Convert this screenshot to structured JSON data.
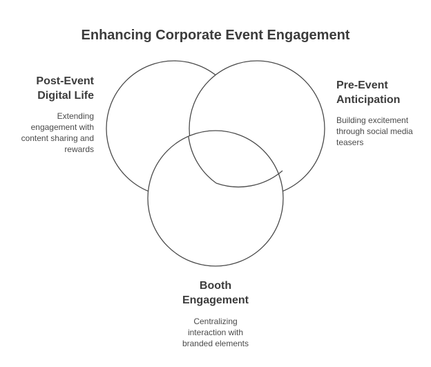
{
  "title": "Enhancing Corporate Event Engagement",
  "sections": [
    {
      "heading_lines": [
        "Post-Event",
        "Digital Life"
      ],
      "description_lines": [
        "Extending",
        "engagement with",
        "content sharing and",
        "rewards"
      ]
    },
    {
      "heading_lines": [
        "Pre-Event",
        "Anticipation"
      ],
      "description_lines": [
        "Building excitement",
        "through social media",
        "teasers"
      ]
    },
    {
      "heading_lines": [
        "Booth",
        "Engagement"
      ],
      "description_lines": [
        "Centralizing",
        "interaction with",
        "branded elements"
      ]
    }
  ],
  "colors": {
    "stroke": "#4a4a4a",
    "fill": "#ffffff",
    "text": "#3c3c3c"
  }
}
